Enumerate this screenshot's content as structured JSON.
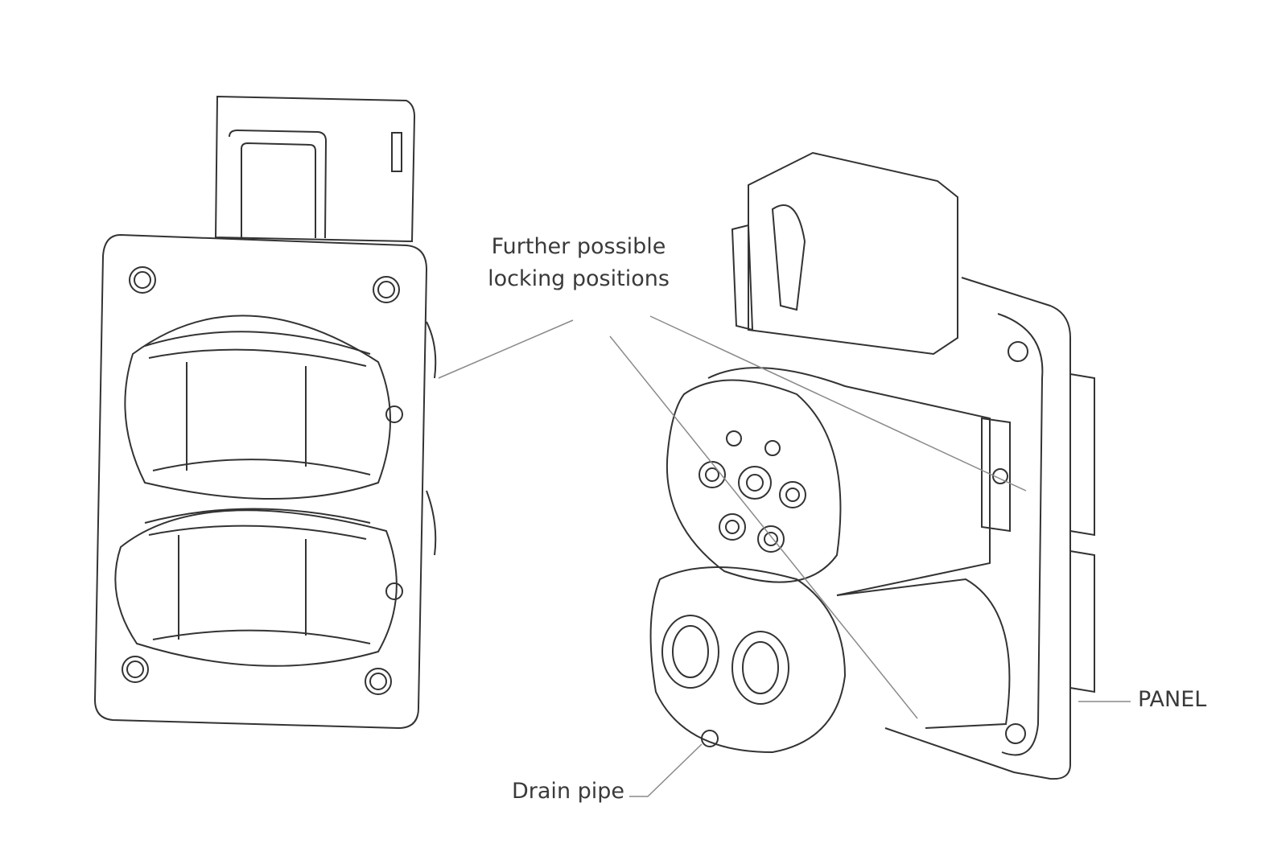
{
  "labels": {
    "locking_line1": "Further possible",
    "locking_line2": "locking positions",
    "panel": "PANEL",
    "drain_pipe": "Drain pipe"
  },
  "colors": {
    "stroke": "#333333",
    "leader": "#8a8a8a",
    "text": "#3a3a3a"
  }
}
